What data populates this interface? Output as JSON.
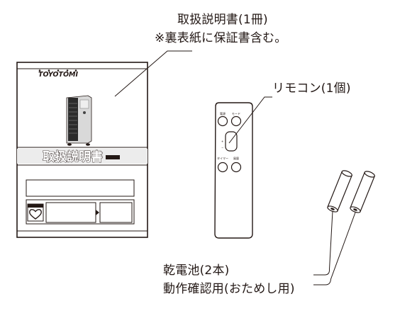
{
  "callouts": {
    "manual_line1": "取扱説明書(1冊)",
    "manual_line2": "※裏表紙に保証書含む。",
    "remote": "リモコン(1個)",
    "batteries_line1": "乾電池(2本)",
    "batteries_line2": "動作確認用(おためし用)"
  },
  "manual": {
    "brand": "TOYOTOMI",
    "title": "取扱説明書"
  },
  "remote": {
    "button_labels": [
      "電源",
      "モード",
      "タイマー",
      "風量"
    ]
  }
}
